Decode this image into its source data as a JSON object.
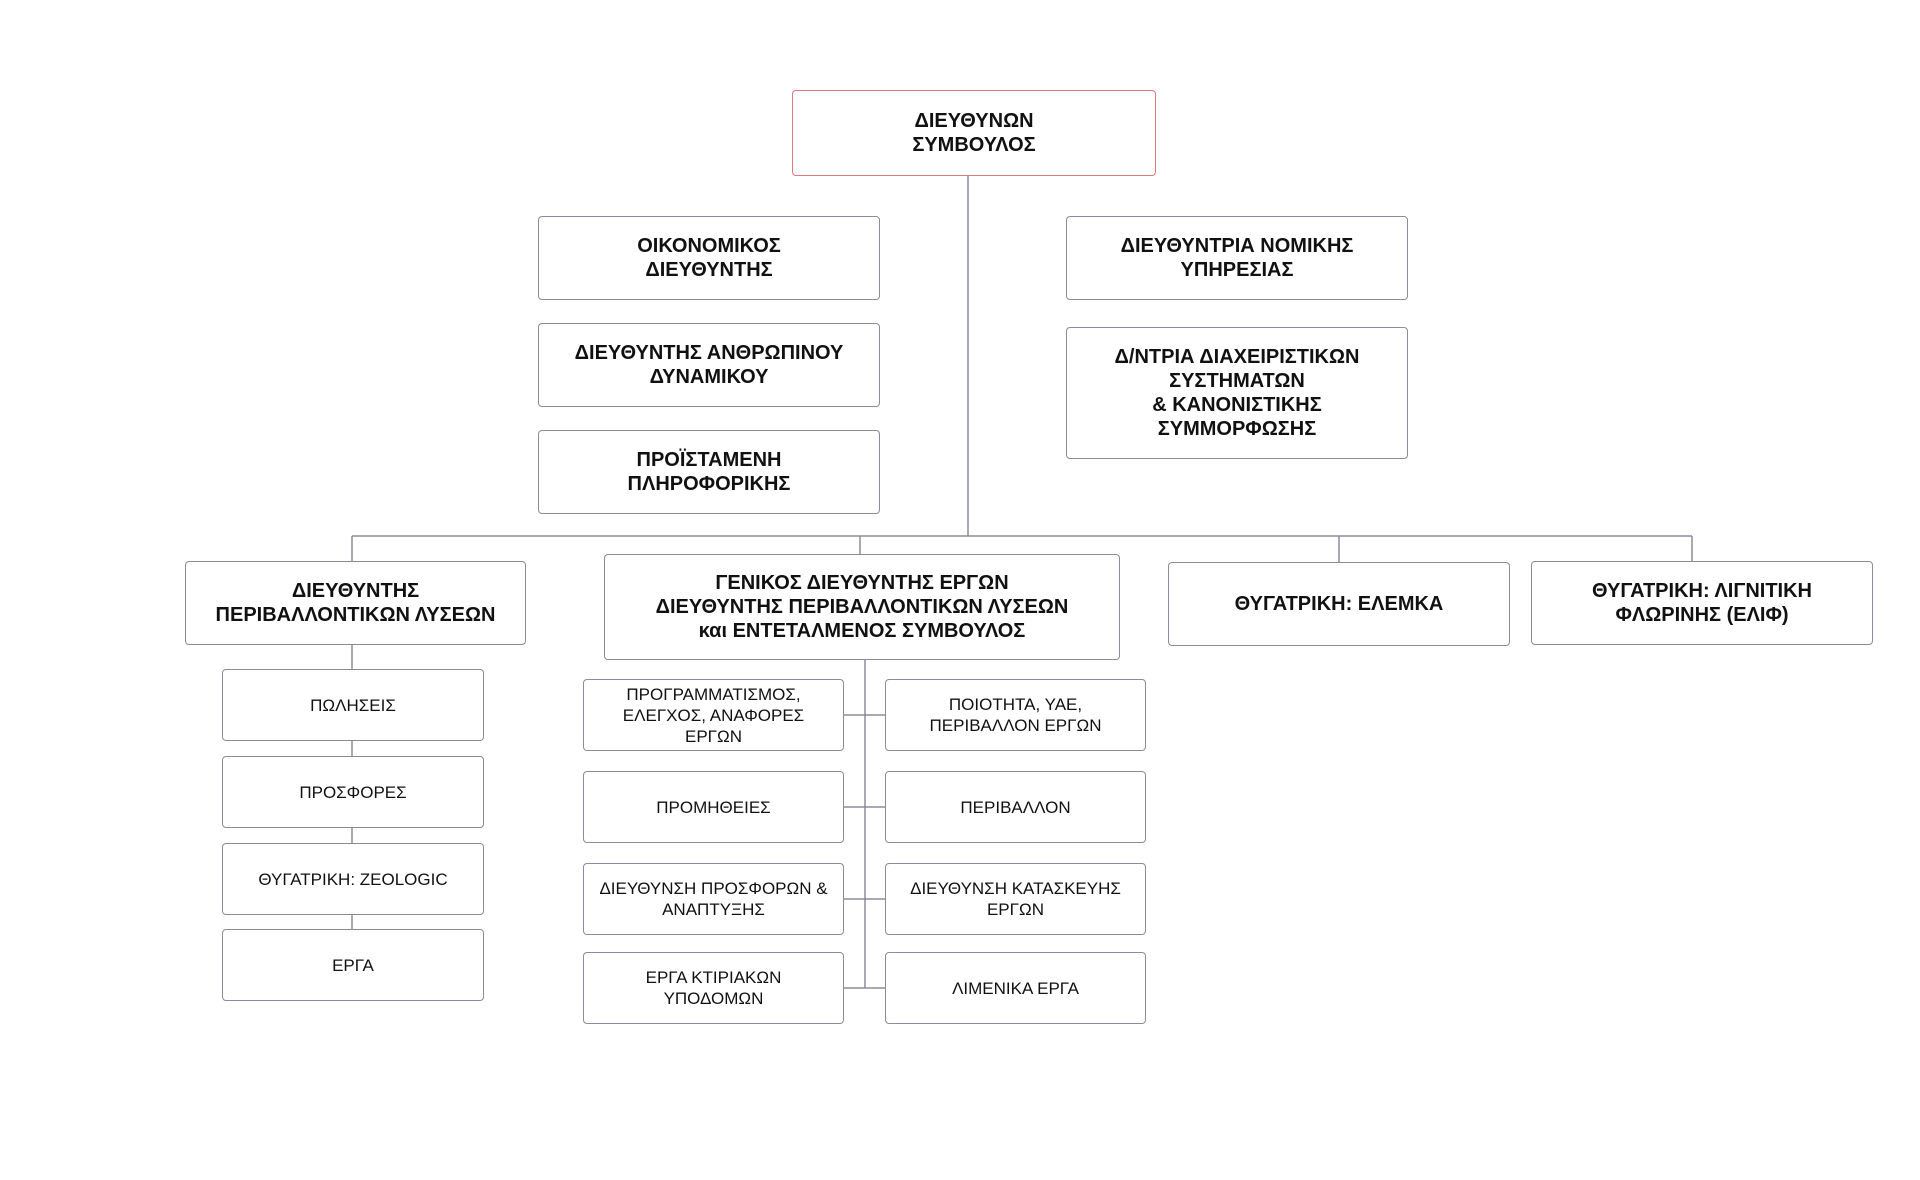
{
  "colors": {
    "line": "#8b8b9e",
    "box_border": "#8b8b9e",
    "top_border": "#e0767e",
    "text": "#111111"
  },
  "ceo": "ΔΙΕΥΘΥΝΩΝ\nΣΥΜΒΟΥΛΟΣ",
  "staff_left": [
    "ΟΙΚΟΝΟΜΙΚΟΣ\nΔΙΕΥΘΥΝΤΗΣ",
    "ΔΙΕΥΘΥΝΤΗΣ ΑΝΘΡΩΠΙΝΟΥ\nΔΥΝΑΜΙΚΟΥ",
    "ΠΡΟΪΣΤΑΜΕΝΗ\nΠΛΗΡΟΦΟΡΙΚΗΣ"
  ],
  "staff_right": [
    "ΔΙΕΥΘΥΝΤΡΙΑ ΝΟΜΙΚΗΣ\nΥΠΗΡΕΣΙΑΣ",
    "Δ/ΝΤΡΙΑ ΔΙΑΧΕΙΡΙΣΤΙΚΩΝ\nΣΥΣΤΗΜΑΤΩΝ\n& ΚΑΝΟΝΙΣΤΙΚΗΣ\nΣΥΜΜΟΡΦΩΣΗΣ"
  ],
  "divisions": [
    "ΔΙΕΥΘΥΝΤΗΣ\nΠΕΡΙΒΑΛΛΟΝΤΙΚΩΝ ΛΥΣΕΩΝ",
    "ΓΕΝΙΚΟΣ ΔΙΕΥΘΥΝΤΗΣ ΕΡΓΩΝ\nΔΙΕΥΘΥΝΤΗΣ ΠΕΡΙΒΑΛΛΟΝΤΙΚΩΝ ΛΥΣΕΩΝ\nκαι ΕΝΤΕΤΑΛΜΕΝΟΣ ΣΥΜΒΟΥΛΟΣ",
    "ΘΥΓΑΤΡΙΚΗ: ΕΛΕΜΚΑ",
    "ΘΥΓΑΤΡΙΚΗ: ΛΙΓΝΙΤΙΚΗ\nΦΛΩΡΙΝΗΣ (ΕΛΙΦ)"
  ],
  "env_children": [
    "ΠΩΛΗΣΕΙΣ",
    "ΠΡΟΣΦΟΡΕΣ",
    "ΘΥΓΑΤΡΙΚΗ: ZEOLOGIC",
    "ΕΡΓΑ"
  ],
  "projects_left": [
    "ΠΡΟΓΡΑΜΜΑΤΙΣΜΟΣ,\nΕΛΕΓΧΟΣ, ΑΝΑΦΟΡΕΣ ΕΡΓΩΝ",
    "ΠΡΟΜΗΘΕΙΕΣ",
    "ΔΙΕΥΘΥΝΣΗ ΠΡΟΣΦΟΡΩΝ &\nΑΝΑΠΤΥΞΗΣ",
    "ΕΡΓΑ ΚΤΙΡΙΑΚΩΝ\nΥΠΟΔΟΜΩΝ"
  ],
  "projects_right": [
    "ΠΟΙΟΤΗΤΑ, ΥΑΕ,\nΠΕΡΙΒΑΛΛΟΝ ΕΡΓΩΝ",
    "ΠΕΡΙΒΑΛΛΟΝ",
    "ΔΙΕΥΘΥΝΣΗ ΚΑΤΑΣΚΕΥΗΣ\nΕΡΓΩΝ",
    "ΛΙΜΕΝΙΚΑ ΕΡΓΑ"
  ]
}
